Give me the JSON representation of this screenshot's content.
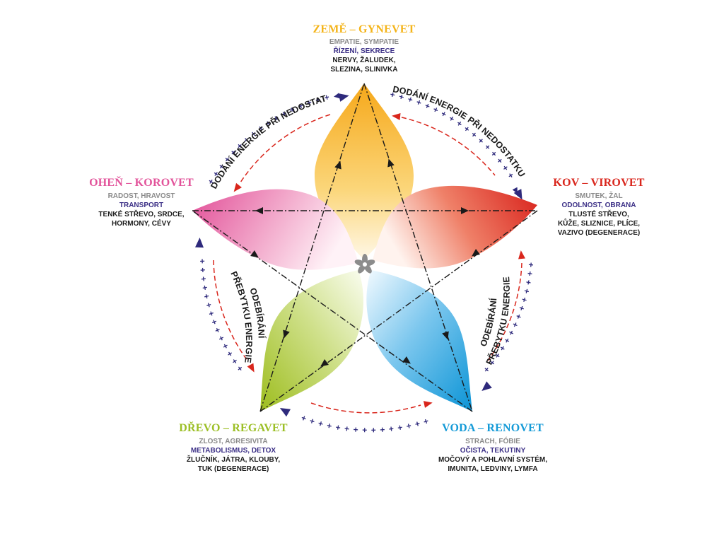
{
  "colors": {
    "earth": "#f4b41a",
    "fire": "#e2539a",
    "metal": "#d9261c",
    "water": "#149ad7",
    "wood": "#9cbf26",
    "plus": "#2e2a7c",
    "dash": "#d9261c",
    "star_line": "#1a1a1a",
    "center_icon": "#8c8c8c"
  },
  "elements": {
    "earth": {
      "title": "ZEMĚ – GYNEVET",
      "emotion": "EMPATIE, SYMPATIE",
      "function": "ŘÍZENÍ, SEKRECE",
      "organs": [
        "NERVY, ŽALUDEK,",
        "SLEZINA, SLINIVKA"
      ]
    },
    "fire": {
      "title": "OHEŇ – KOROVET",
      "emotion": "RADOST, HRAVOST",
      "function": "TRANSPORT",
      "organs": [
        "TENKÉ STŘEVO, SRDCE,",
        "HORMONY, CÉVY"
      ]
    },
    "metal": {
      "title": "KOV – VIROVET",
      "emotion": "SMUTEK, ŽAL",
      "function": "ODOLNOST, OBRANA",
      "organs": [
        "TLUSTÉ STŘEVO,",
        "KŮŽE, SLIZNICE, PLÍCE,",
        "VAZIVO (DEGENERACE)"
      ]
    },
    "wood": {
      "title": "DŘEVO – REGAVET",
      "emotion": "ZLOST, AGRESIVITA",
      "function": "METABOLISMUS, DETOX",
      "organs": [
        "ŽLUČNÍK, JÁTRA, KLOUBY,",
        "TUK (DEGENERACE)"
      ]
    },
    "water": {
      "title": "VODA – RENOVET",
      "emotion": "STRACH, FÓBIE",
      "function": "OČISTA, TEKUTINY",
      "organs": [
        "MOČOVÝ A POHLAVNÍ SYSTÉM,",
        "IMUNITA, LEDVINY, LYMFA"
      ]
    }
  },
  "arc_labels": {
    "supply": "DODÁNÍ ENERGIE PŘI NEDOSTATKU",
    "drain_line1": "ODEBÍRÁNÍ",
    "drain_line2": "PŘEBYTKU ENERGIE"
  },
  "icons": {
    "center": "flower-icon"
  }
}
